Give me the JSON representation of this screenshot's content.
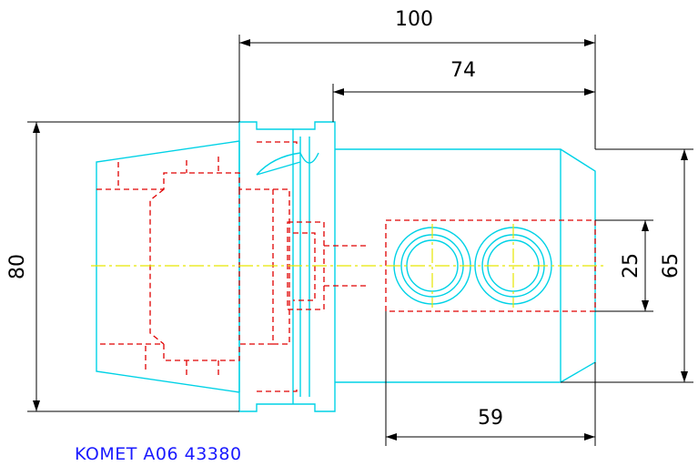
{
  "dimensions": {
    "overall_length": "100",
    "body_length": "74",
    "flange_diameter": "80",
    "body_diameter": "65",
    "bore_spacing": "25",
    "bore_extent": "59"
  },
  "caption": "KOMET A06 43380",
  "colors": {
    "outline": "#00d2e6",
    "hidden": "#e00000",
    "centerline": "#e6e600",
    "dimension": "#000000",
    "caption": "#1a1aff"
  }
}
